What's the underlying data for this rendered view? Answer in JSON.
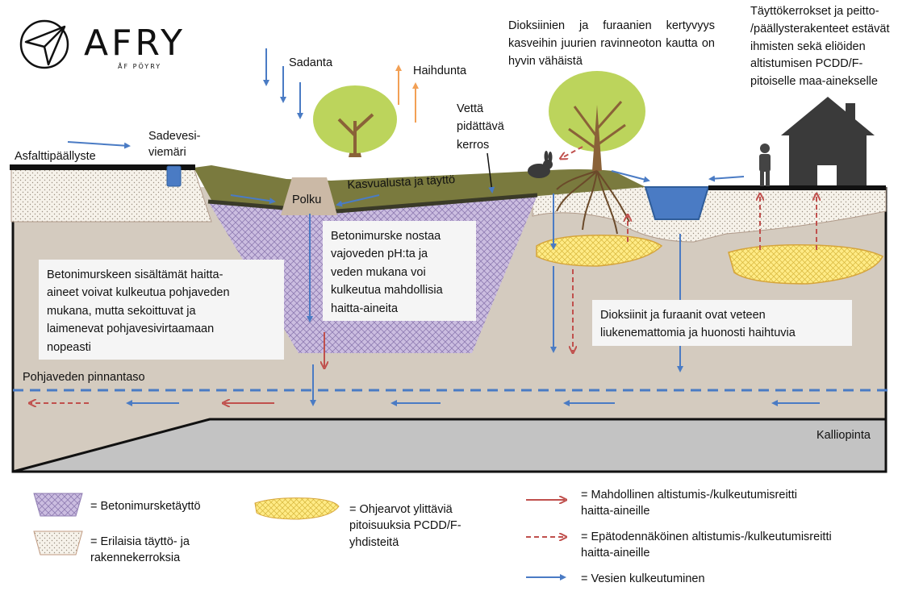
{
  "brand": {
    "name": "AFRY",
    "subtitle": "ÅF PÖYRY"
  },
  "labels": {
    "precipitation": "Sadanta",
    "evaporation": "Haihdunta",
    "stormwater_line1": "Sadevesi-",
    "stormwater_line2": "viemäri",
    "asphalt": "Asfalttipäällyste",
    "water_retaining": "Vettä\npidättävä\nkerros",
    "path": "Polku",
    "growth_layer": "Kasvualusta ja täyttö",
    "groundwater_level": "Pohjaveden pinnantaso",
    "bedrock": "Kalliopinta"
  },
  "notes": {
    "plants": "Dioksiinien ja furaanien kertyvyys kasveihin juurien ravinneoton kautta on hyvin vähäistä",
    "house": "Täyttökerrokset ja peitto-\n/päällysterakenteet estävät\nihmisten sekä eliöiden\naltistumisen PCDD/F-\npitoiselle maa-ainekselle",
    "crush_ph": "Betonimurske nostaa\nvajoveden pH:ta ja\nveden mukana voi\nkulkeutua mahdollisia\nhaitta-aineita",
    "crush_groundwater": "Betonimurskeen sisältämät haitta-\naineet voivat kulkeutua pohjaveden\nmukana, mutta sekoittuvat ja\nlaimenevat pohjavesivirtaamaan\nnopeasti",
    "dioxins": "Dioksiinit ja furaanit ovat veteen\nliukenemattomia ja huonosti haihtuvia"
  },
  "legend": {
    "crush_fill": "= Betonimursketäyttö",
    "various_fill": "= Erilaisia täyttö- ja\nrakennekerroksia",
    "pcdd": "= Ohjearvot ylittäviä\npitoisuuksia PCDD/F-\nyhdisteitä",
    "possible_route": "= Mahdollinen altistumis-/kulkeutumisreitti\nhaitta-aineille",
    "unlikely_route": "= Epätodennäköinen altistumis-/kulkeutumisreitti\nhaitta-aineille",
    "water_transport": "= Vesien kulkeutuminen"
  },
  "colors": {
    "blue_arrow": "#4a7bc4",
    "red_arrow": "#c0504d",
    "orange_arrow": "#f2a055",
    "ground": "#d4cbbf",
    "bedrock": "#c0c0c0",
    "crush": "#c4b4dc",
    "pcdd": "#ffe97f",
    "groundwater_line": "#4a7bc4",
    "growth": "#7a7a3e"
  }
}
